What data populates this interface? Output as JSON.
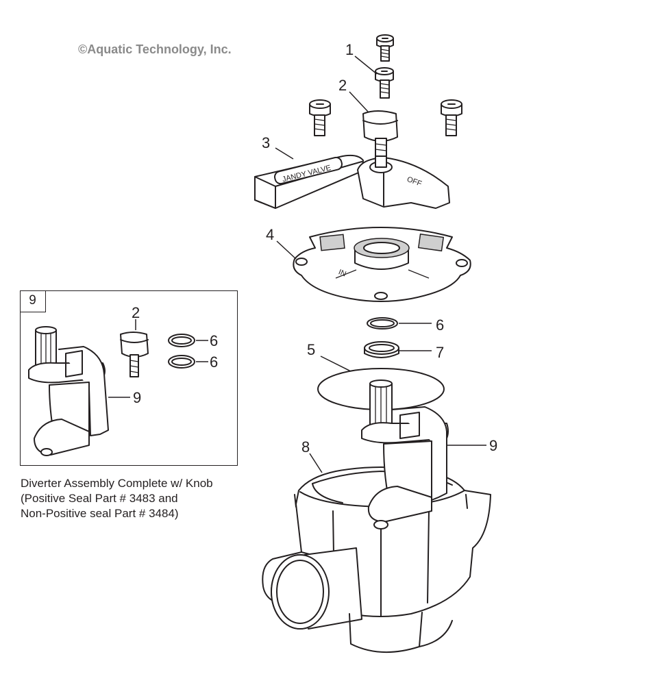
{
  "copyright": "©Aquatic Technology, Inc.",
  "inset": {
    "tag": "9",
    "callouts": {
      "knob": "2",
      "oring_a": "6",
      "oring_b": "6",
      "diverter": "9"
    },
    "caption": [
      "Diverter Assembly Complete w/ Knob",
      "(Positive Seal Part # 3483 and",
      "Non-Positive seal Part # 3484)"
    ]
  },
  "callouts": {
    "screw": "1",
    "knob": "2",
    "handle": "3",
    "lid": "4",
    "lid_gasket": "5",
    "oring": "6",
    "seal": "7",
    "body": "8",
    "diverter": "9"
  },
  "stamps": {
    "handle_label": "JANDY VALVE",
    "off": "OFF",
    "in": "IN"
  }
}
